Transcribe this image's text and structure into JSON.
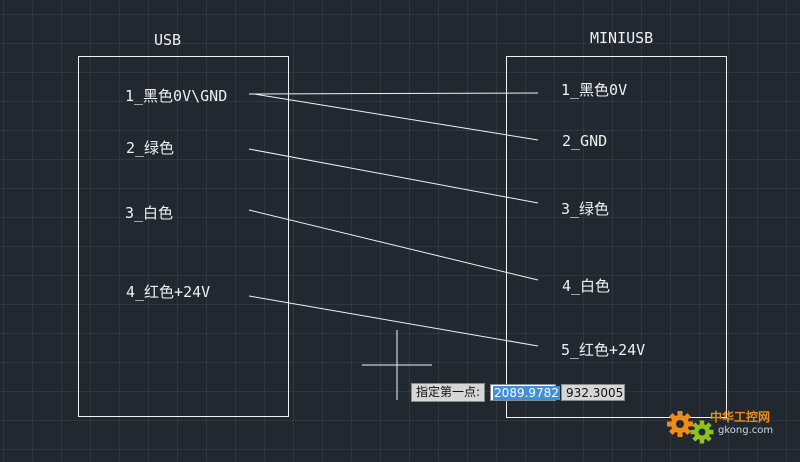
{
  "usb": {
    "title": "USB",
    "pins": [
      "1_黑色0V\\GND",
      "2_绿色",
      "3_白色",
      "4_红色+24V"
    ]
  },
  "miniusb": {
    "title": "MINIUSB",
    "pins": [
      "1_黑色0V",
      "2_GND",
      "3_绿色",
      "4_白色",
      "5_红色+24V"
    ]
  },
  "command_prompt": {
    "label": "指定第一点:",
    "x_value": "2089.9782",
    "y_value": "932.3005"
  },
  "watermark": {
    "name": "中华工控网",
    "url": "gkong.com"
  },
  "colors": {
    "background": "#212830",
    "lines": "#f2f2f2",
    "selection": "#3f8fdd",
    "watermark_orange": "#f08a1a",
    "watermark_green": "#8dc21f"
  }
}
